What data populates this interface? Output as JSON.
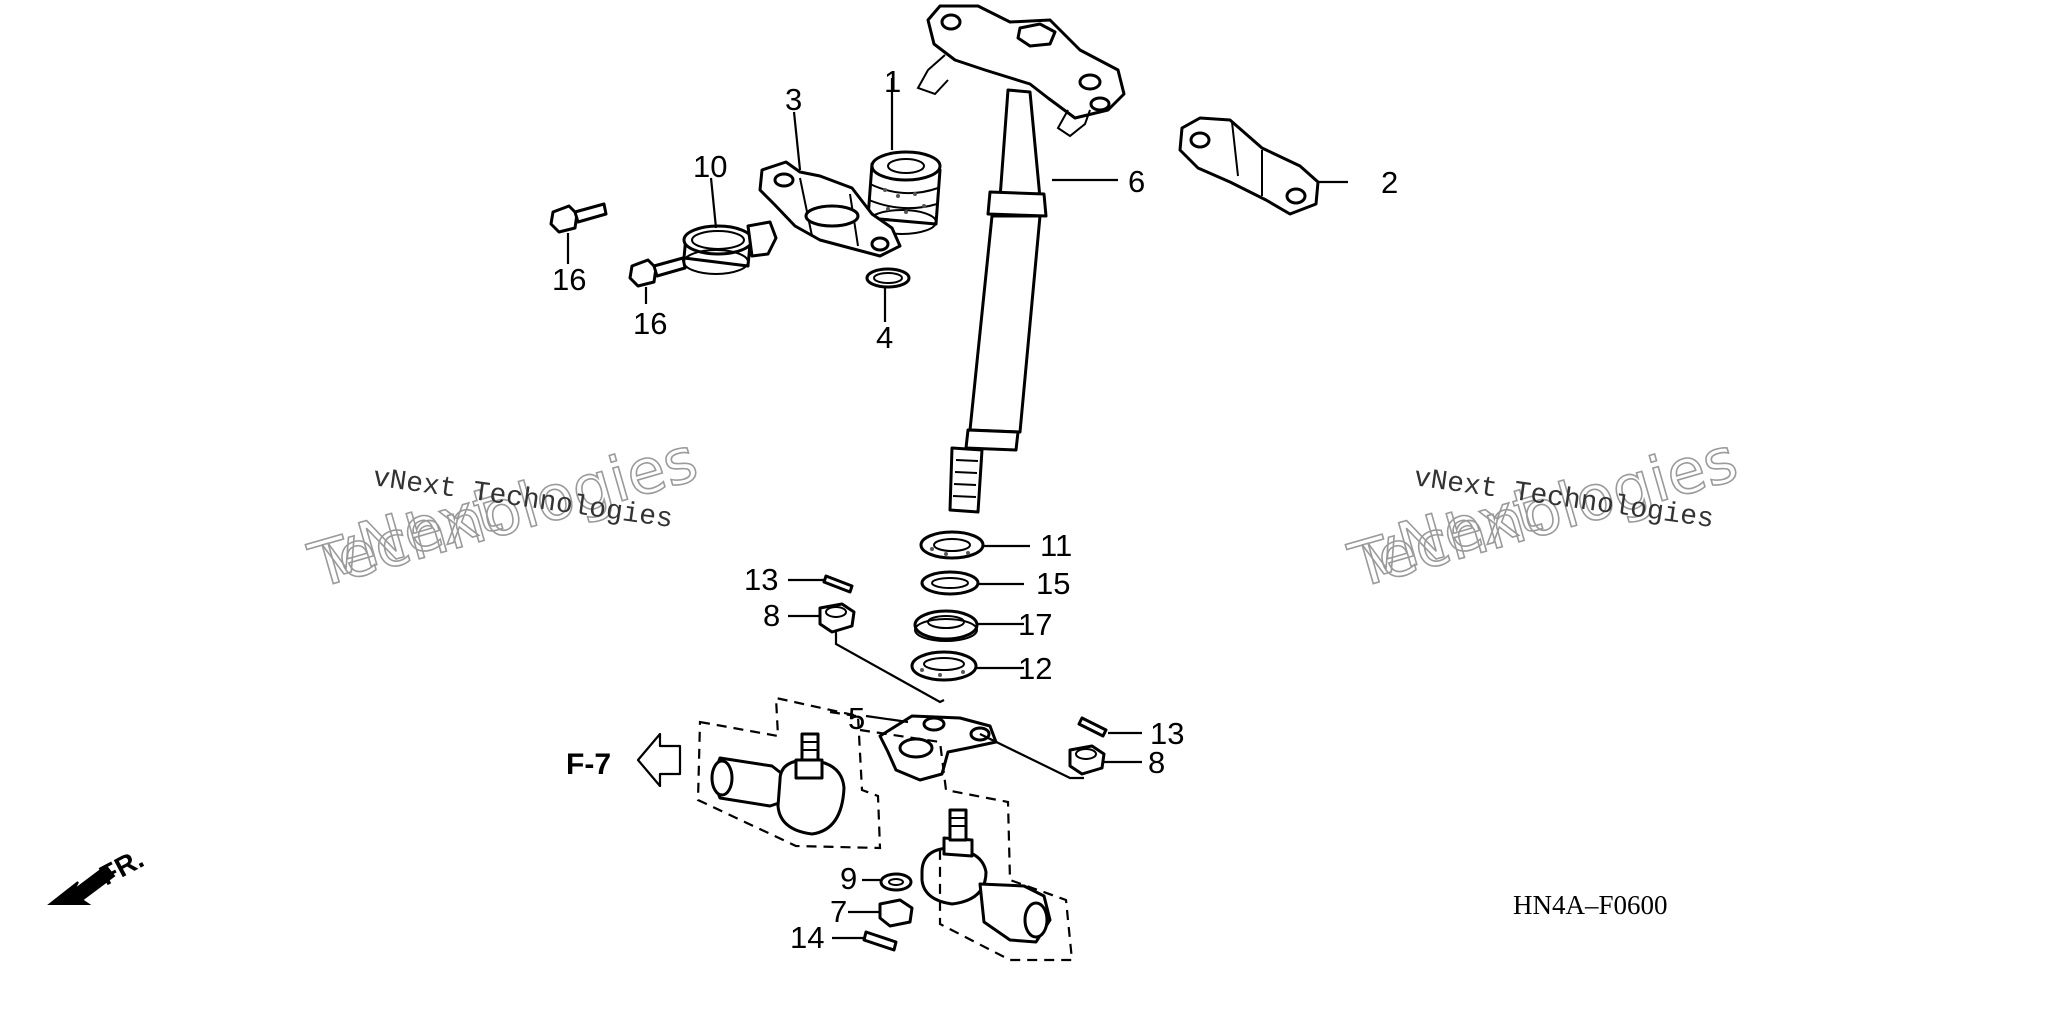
{
  "diagram": {
    "code": "HN4A–F0600",
    "reference": "F-7",
    "front_marker": "FR.",
    "watermark": {
      "line1": "vNext Technologies",
      "outline_word1": "vNext",
      "outline_word2": "Technologies"
    },
    "callouts": [
      {
        "id": "c1",
        "label": "1"
      },
      {
        "id": "c2",
        "label": "2"
      },
      {
        "id": "c3",
        "label": "3"
      },
      {
        "id": "c4",
        "label": "4"
      },
      {
        "id": "c5",
        "label": "5"
      },
      {
        "id": "c6",
        "label": "6"
      },
      {
        "id": "c7",
        "label": "7"
      },
      {
        "id": "c8a",
        "label": "8"
      },
      {
        "id": "c8b",
        "label": "8"
      },
      {
        "id": "c9",
        "label": "9"
      },
      {
        "id": "c10",
        "label": "10"
      },
      {
        "id": "c11",
        "label": "11"
      },
      {
        "id": "c12",
        "label": "12"
      },
      {
        "id": "c13a",
        "label": "13"
      },
      {
        "id": "c13b",
        "label": "13"
      },
      {
        "id": "c14",
        "label": "14"
      },
      {
        "id": "c15",
        "label": "15"
      },
      {
        "id": "c16a",
        "label": "16"
      },
      {
        "id": "c16b",
        "label": "16"
      },
      {
        "id": "c17",
        "label": "17"
      }
    ]
  }
}
